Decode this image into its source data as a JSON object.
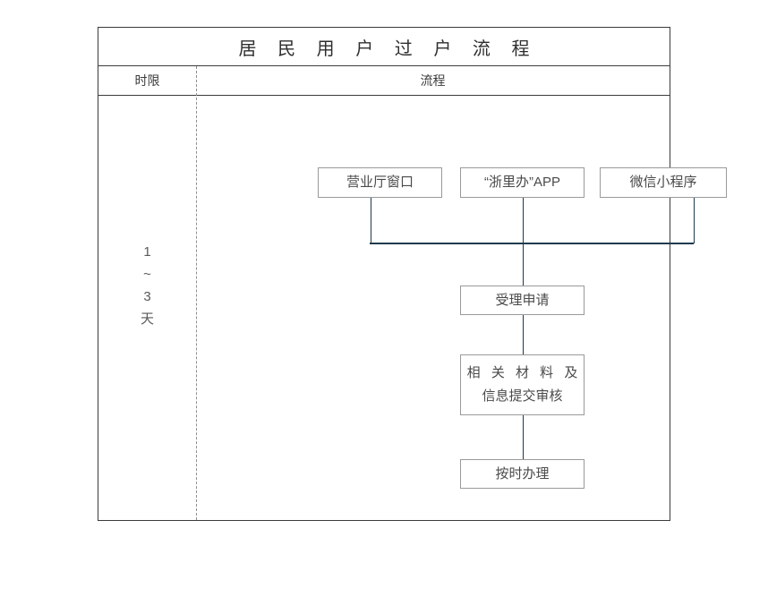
{
  "table": {
    "title": "居 民 用 户 过 户 流 程",
    "headers": {
      "left": "时限",
      "right": "流程"
    }
  },
  "duration": {
    "lines": [
      "1",
      "~",
      "3",
      "天"
    ]
  },
  "flow": {
    "sources": [
      {
        "label": "营业厅窗口"
      },
      {
        "label": "“浙里办”APP"
      },
      {
        "label": "微信小程序"
      }
    ],
    "steps": [
      {
        "line1": "受理申请",
        "line2": ""
      },
      {
        "line1": "相 关 材 料 及",
        "line2": "信息提交审核"
      },
      {
        "line1": "按时办理",
        "line2": ""
      }
    ]
  },
  "colors": {
    "connector": "#1f3a4d",
    "node_border": "#9a9a9a",
    "table_border": "#3c3c3c",
    "divider_dashed": "#8d8d8d",
    "text": "#3a3a3a",
    "background": "#ffffff"
  }
}
